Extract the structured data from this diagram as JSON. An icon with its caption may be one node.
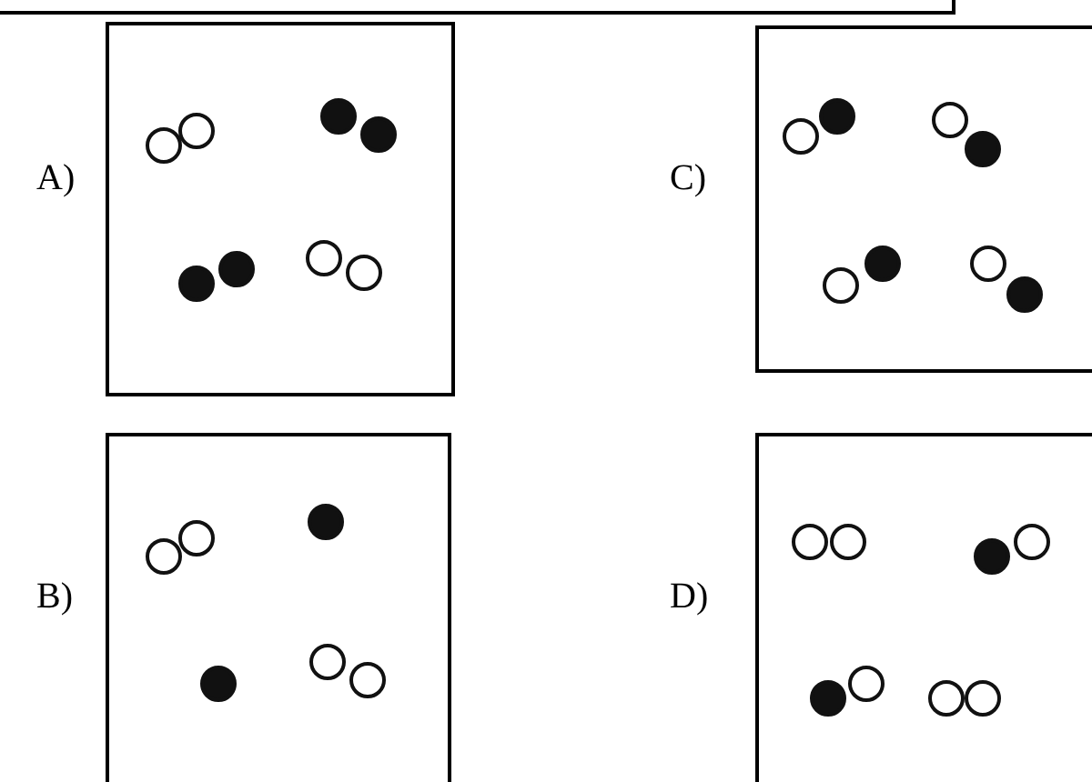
{
  "diagram": {
    "nodes": [
      {
        "text": [],
        "shape": "box",
        "beside": [
          "A)"
        ]
      },
      {
        "text": [],
        "shape": "box",
        "beside": [
          "C)"
        ]
      },
      {
        "text": [],
        "shape": "box",
        "beside": [
          "B)"
        ]
      },
      {
        "text": [],
        "shape": "box",
        "beside": [
          "D)"
        ]
      }
    ]
  }
}
